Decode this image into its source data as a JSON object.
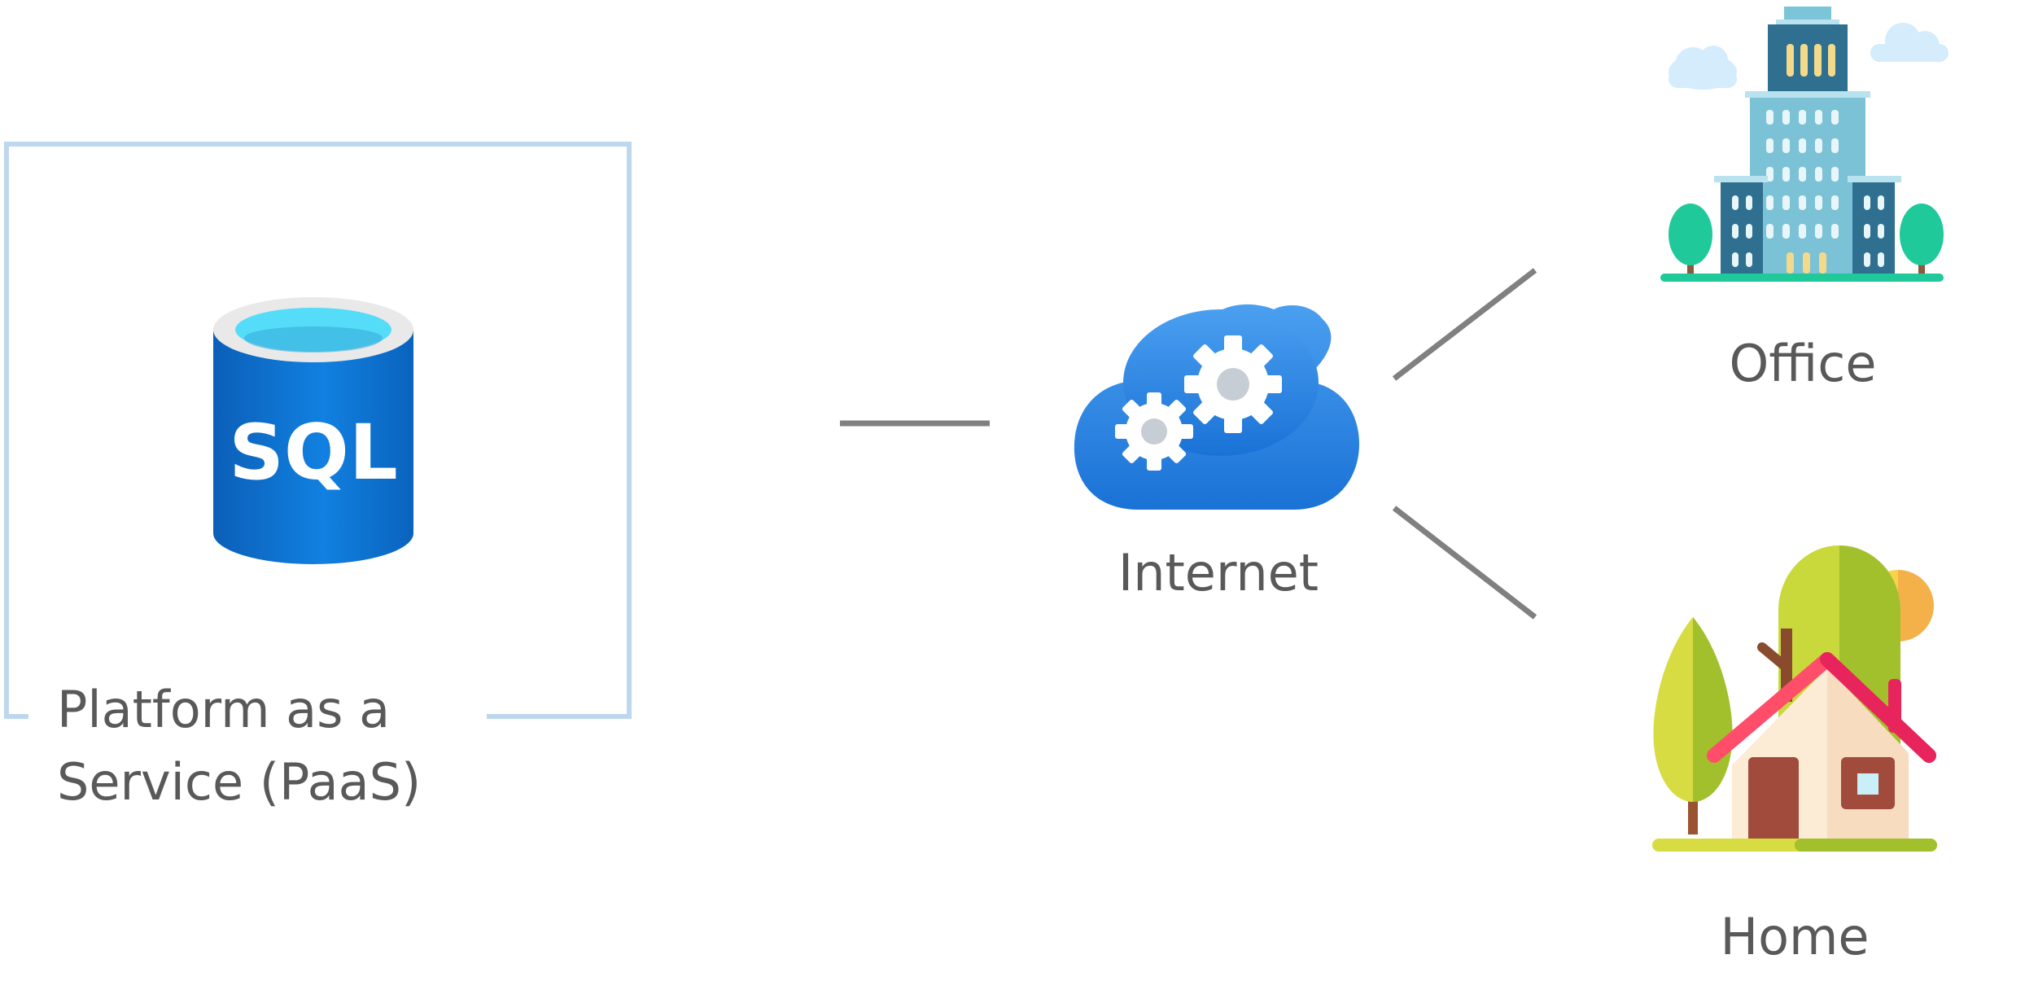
{
  "paas": {
    "label_line1": "Platform as a",
    "label_line2": "Service (PaaS)",
    "sql_text": "SQL"
  },
  "internet": {
    "label": "Internet"
  },
  "office": {
    "label": "Office"
  },
  "home": {
    "label": "Home"
  },
  "colors": {
    "frame": "#bdd7ee",
    "connector": "#808080",
    "label": "#595959",
    "sql_blue": "#0a6fd1",
    "cloud_blue": "#2b86e0",
    "roof_red": "#e8245c",
    "tree_green": "#a3c52a"
  }
}
